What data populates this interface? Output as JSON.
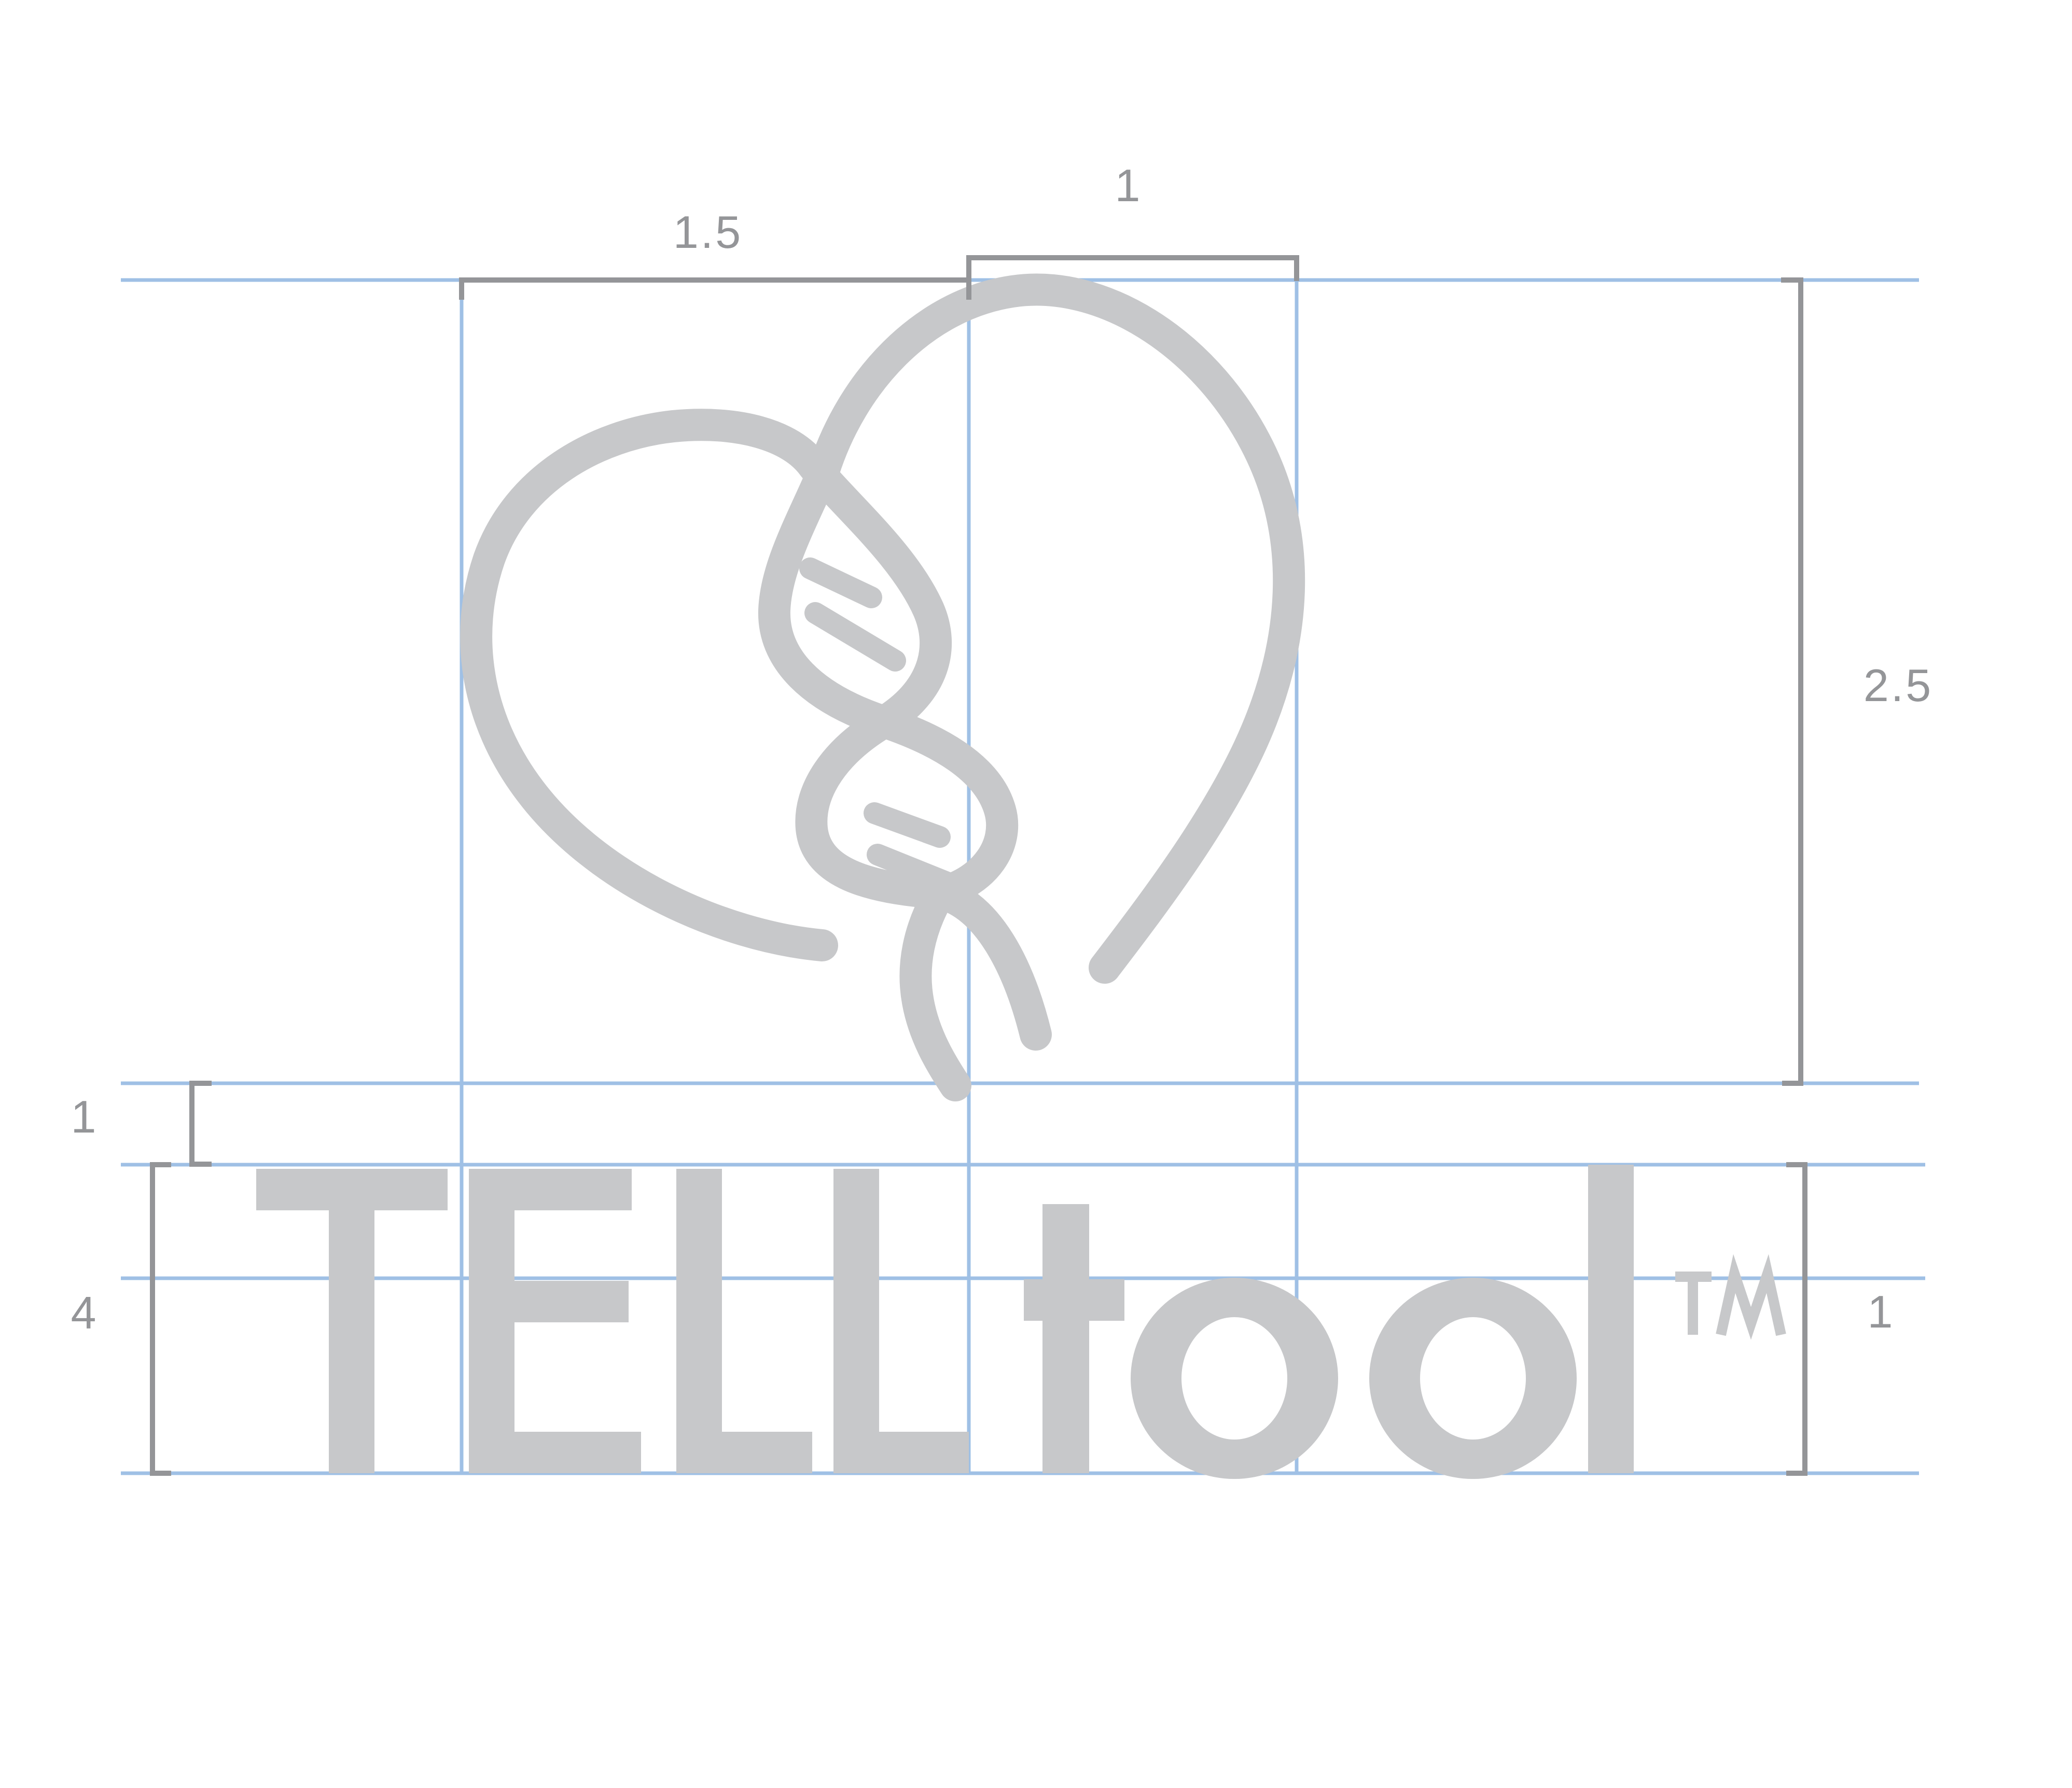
{
  "artboard": {
    "background": "#ffffff",
    "purpose": "logo-construction-spec"
  },
  "logo": {
    "icon_name": "heart-dna-icon",
    "wordmark": "TELLtool",
    "trademark": "TM",
    "color": "#c7c8ca"
  },
  "guides": {
    "color": "#9fc0e5"
  },
  "dimensions": {
    "color": "#949598",
    "labels": {
      "icon_width_left": "1.5",
      "icon_width_right": "1",
      "icon_height": "2.5",
      "gap_height": "1",
      "wordmark_height": "4",
      "tm_column_height": "1"
    }
  }
}
